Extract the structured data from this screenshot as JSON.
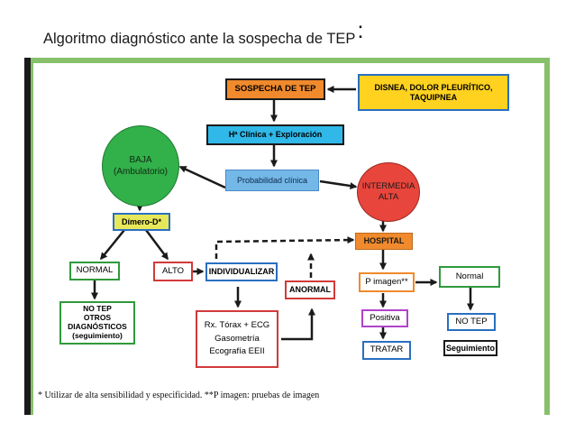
{
  "title": "Algoritmo diagnóstico ante la sospecha de TEP",
  "title_colon": ":",
  "nodes": {
    "sospecha": "SOSPECHA DE TEP",
    "sintomas_line1": "DISNEA, DOLOR PLEURÍTICO,",
    "sintomas_line2": "TAQUIPNEA",
    "clinica": "Hª Clínica + Exploración",
    "probabilidad": "Probabilidad clínica",
    "baja_line1": "BAJA",
    "baja_line2": "(Ambulatorio)",
    "intermedia_line1": "INTERMEDIA",
    "intermedia_line2": "ALTA",
    "dimero": "Dímero-D*",
    "hospital": "HOSPITAL",
    "normal": "NORMAL",
    "alto": "ALTO",
    "individualizar": "INDIVIDUALIZAR",
    "anormal": "ANORMAL",
    "no_tep_line1": "NO TEP",
    "no_tep_line2": "OTROS",
    "no_tep_line3": "DIAGNÓSTICOS",
    "no_tep_line4": "(seguimiento)",
    "rx_line1": "Rx. Tórax + ECG",
    "rx_line2": "Gasometría",
    "rx_line3": "Ecografía EEII",
    "p_imagen": "P imagen**",
    "normal2": "Normal",
    "positiva": "Positiva",
    "tratar": "TRATAR",
    "no_tep2": "NO TEP",
    "seguimiento": "Seguimiento"
  },
  "footnote": "* Utilizar de alta sensibilidad y especificidad. **P imagen: pruebas de imagen",
  "colors": {
    "frame_green": "#87c06a",
    "orange": "#f08a2c",
    "yellow": "#ffd21f",
    "cyan": "#2fb8e8",
    "light_blue": "#74b8e8",
    "green_circle": "#32b04a",
    "red_circle": "#e8453c",
    "dimero_fill": "#e6e85a",
    "border_red": "#d23a3a",
    "border_blue": "#2a6fc0",
    "border_green": "#2f9a3c",
    "border_orange": "#f08a2c",
    "border_purple": "#b044c8"
  }
}
